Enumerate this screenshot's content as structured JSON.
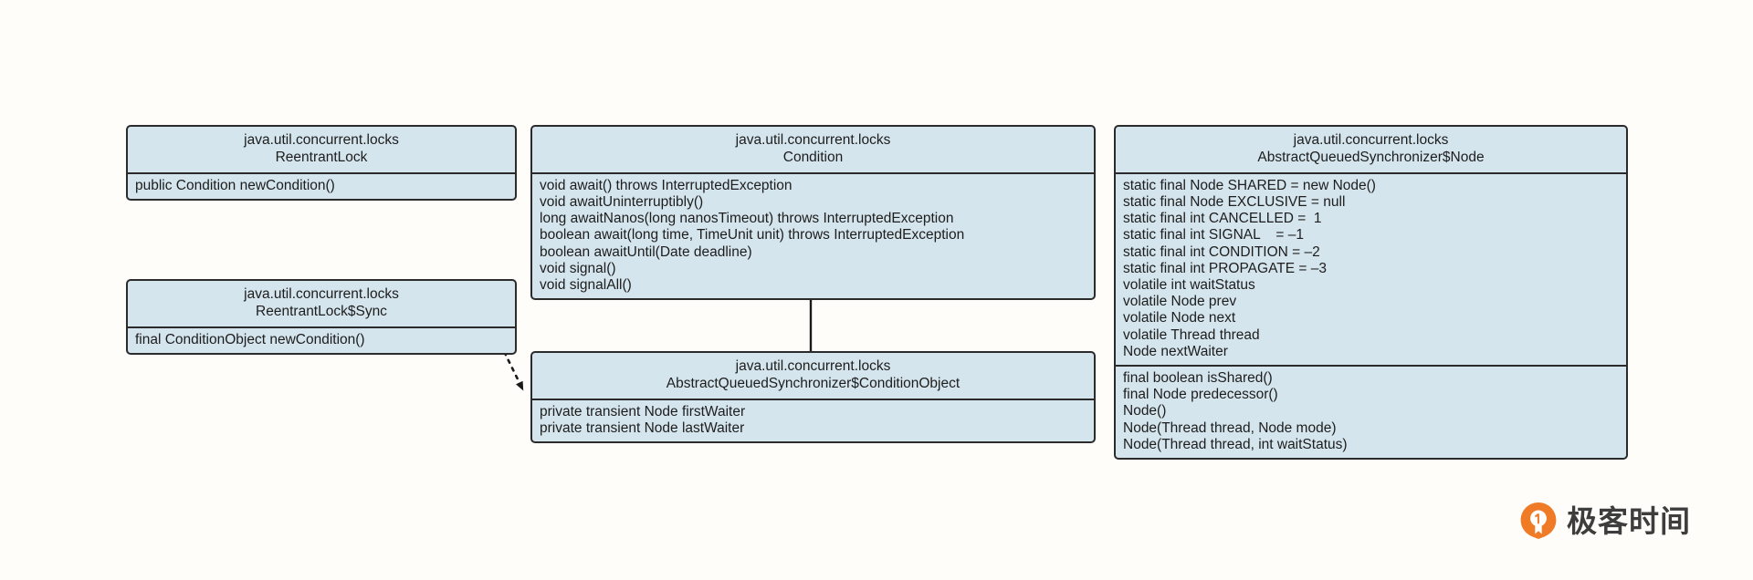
{
  "diagram": {
    "title": "Java ReentrantLock / Condition UML class diagram",
    "background_color": "#fffdfa",
    "box_fill_color": "#d5e5ed",
    "box_border_color": "#2b2b2b",
    "text_color": "#1d1d1d"
  },
  "classes": {
    "reentrant_lock": {
      "package": "java.util.concurrent.locks",
      "name": "ReentrantLock",
      "members": [
        "public Condition newCondition()"
      ]
    },
    "reentrant_lock_sync": {
      "package": "java.util.concurrent.locks",
      "name": "ReentrantLock$Sync",
      "members": [
        "final ConditionObject newCondition()"
      ]
    },
    "condition": {
      "package": "java.util.concurrent.locks",
      "name": "Condition",
      "members": [
        "void await() throws InterruptedException",
        "void awaitUninterruptibly()",
        "long awaitNanos(long nanosTimeout) throws InterruptedException",
        "boolean await(long time, TimeUnit unit) throws InterruptedException",
        "boolean awaitUntil(Date deadline)",
        "void signal()",
        "void signalAll()"
      ]
    },
    "condition_object": {
      "package": "java.util.concurrent.locks",
      "name": "AbstractQueuedSynchronizer$ConditionObject",
      "members": [
        "private transient Node firstWaiter",
        "private transient Node lastWaiter"
      ]
    },
    "aqs_node": {
      "package": "java.util.concurrent.locks",
      "name": "AbstractQueuedSynchronizer$Node",
      "fields": [
        "static final Node SHARED = new Node()",
        "static final Node EXCLUSIVE = null",
        "static final int CANCELLED =  1",
        "static final int SIGNAL    = –1",
        "static final int CONDITION = –2",
        "static final int PROPAGATE = –3",
        "volatile int waitStatus",
        "volatile Node prev",
        "volatile Node next",
        "volatile Thread thread",
        "Node nextWaiter"
      ],
      "methods": [
        "final boolean isShared()",
        "final Node predecessor()",
        "Node()",
        "Node(Thread thread, Node mode)",
        "Node(Thread thread, int waitStatus)"
      ]
    }
  },
  "relations": [
    {
      "name": "sync-creates-conditionobject",
      "from": "ReentrantLock$Sync",
      "to": "AbstractQueuedSynchronizer$ConditionObject",
      "style": "dotted",
      "arrowhead": "filled-triangle"
    },
    {
      "name": "conditionobject-implements-condition",
      "from": "AbstractQueuedSynchronizer$ConditionObject",
      "to": "Condition",
      "style": "solid",
      "arrowhead": "filled-triangle"
    }
  ],
  "brand": {
    "text": "极客时间",
    "mark": "location-pin-icon",
    "mark_color": "#ef7b26"
  }
}
